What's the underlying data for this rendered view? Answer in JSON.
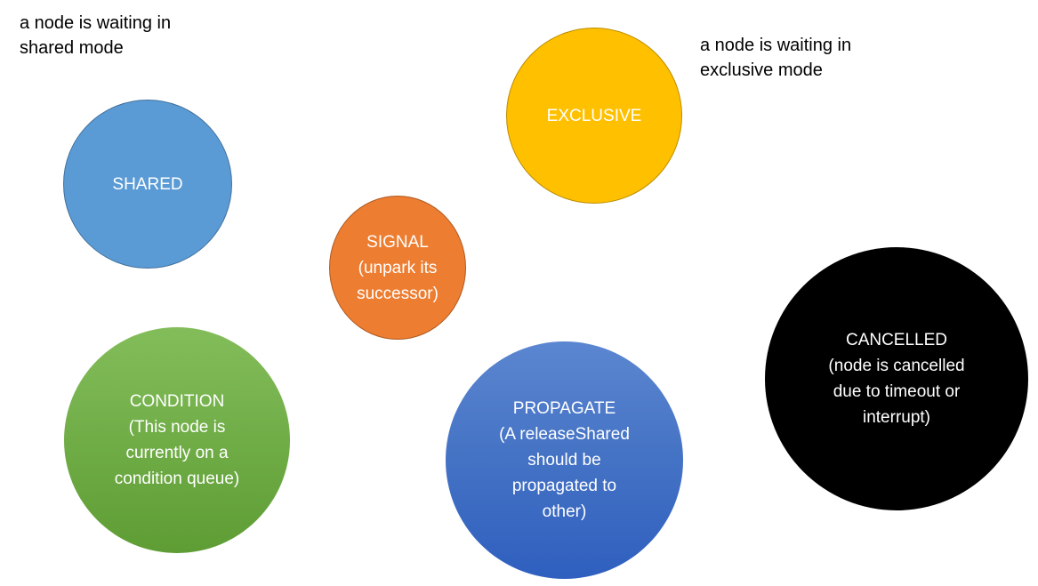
{
  "annotations": {
    "shared_note": "a node is waiting in\nshared mode",
    "exclusive_note": "a node is waiting in\nexclusive mode"
  },
  "states": {
    "shared": {
      "label": "SHARED",
      "color": "#5b9bd5"
    },
    "exclusive": {
      "label": "EXCLUSIVE",
      "color": "#ffc000"
    },
    "signal": {
      "label": "SIGNAL\n(unpark its\nsuccessor)",
      "color": "#ed7d31"
    },
    "condition": {
      "label": "CONDITION\n(This node is\ncurrently on a\ncondition queue)",
      "color": "#70ad47"
    },
    "propagate": {
      "label": "PROPAGATE\n(A releaseShared\nshould be\npropagated to\nother)",
      "color": "#4472c4"
    },
    "cancelled": {
      "label": "CANCELLED\n(node is cancelled\ndue to timeout or\ninterrupt)",
      "color": "#000000"
    }
  }
}
